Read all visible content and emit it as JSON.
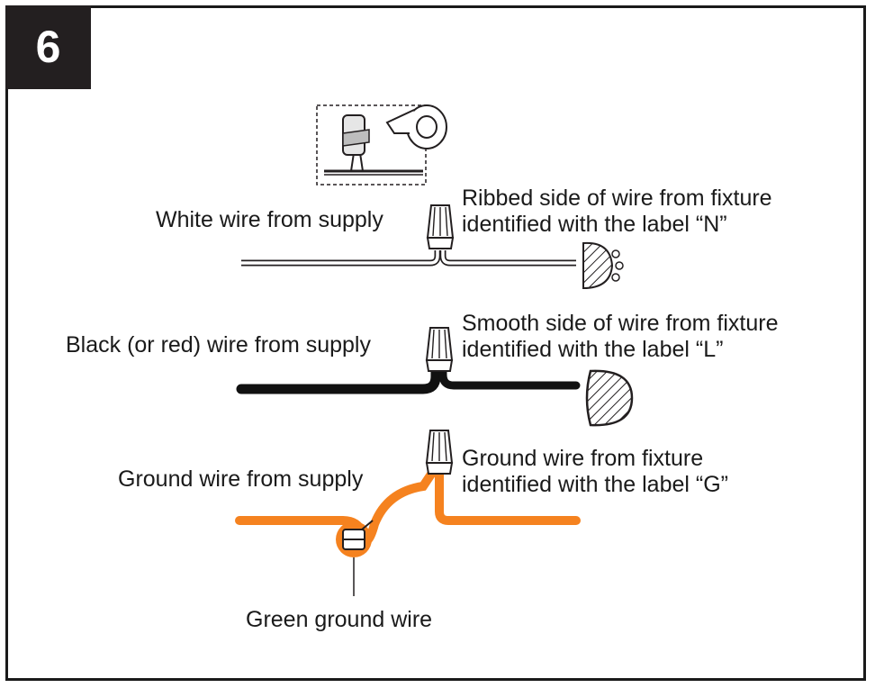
{
  "step_number": "6",
  "colors": {
    "white_wire": "#ffffff",
    "black_wire": "#111111",
    "ground_wire": "#f5821f",
    "connector": "#ffffff",
    "outline": "#231f20"
  },
  "labels": {
    "white_supply": "White wire from supply",
    "ribbed_line1": "Ribbed side of wire from fixture",
    "ribbed_line2": "identified with the label “N”",
    "black_supply": "Black (or red) wire from supply",
    "smooth_line1": "Smooth side of wire from fixture",
    "smooth_line2": "identified with the label “L”",
    "ground_supply": "Ground wire from supply",
    "ground_fixture_line1": "Ground wire from fixture",
    "ground_fixture_line2": "identified with the label “G”",
    "green_ground": "Green ground wire"
  },
  "icons": [
    "wire-nut-icon",
    "electrical-tape-icon",
    "ground-screw-icon",
    "ribbed-wire-end-icon",
    "smooth-wire-end-icon"
  ]
}
